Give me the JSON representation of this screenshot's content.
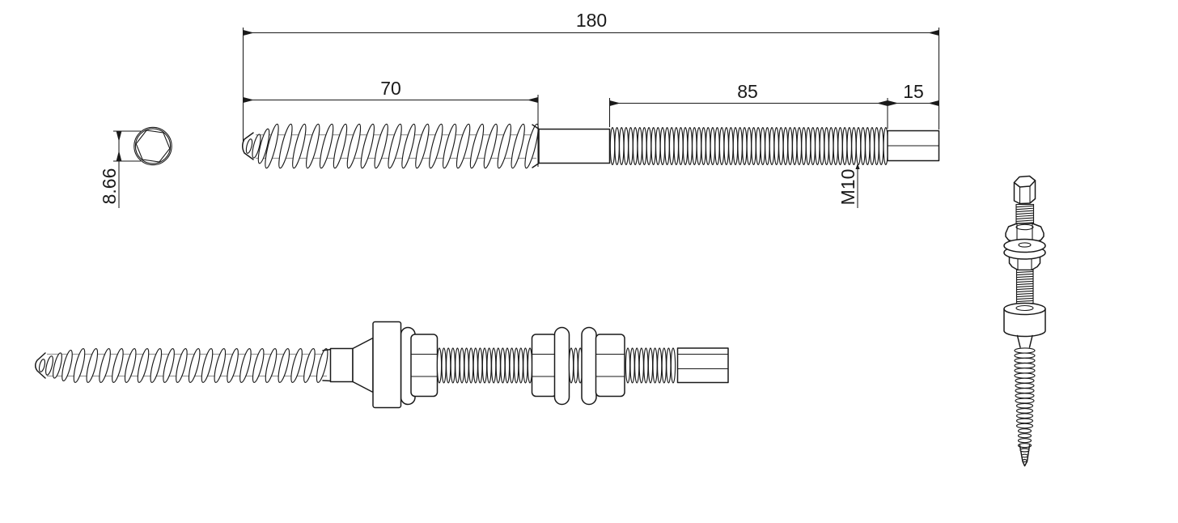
{
  "drawing": {
    "background": "#ffffff",
    "line_color": "#1a1a1a",
    "core_line_color": "#9b9b9b",
    "dimensions": {
      "overall_length": "180",
      "wood_thread_length": "70",
      "machine_thread_length": "85",
      "hex_drive_length": "15",
      "hex_across_flats": "8.66",
      "metric_thread": "M10"
    }
  }
}
